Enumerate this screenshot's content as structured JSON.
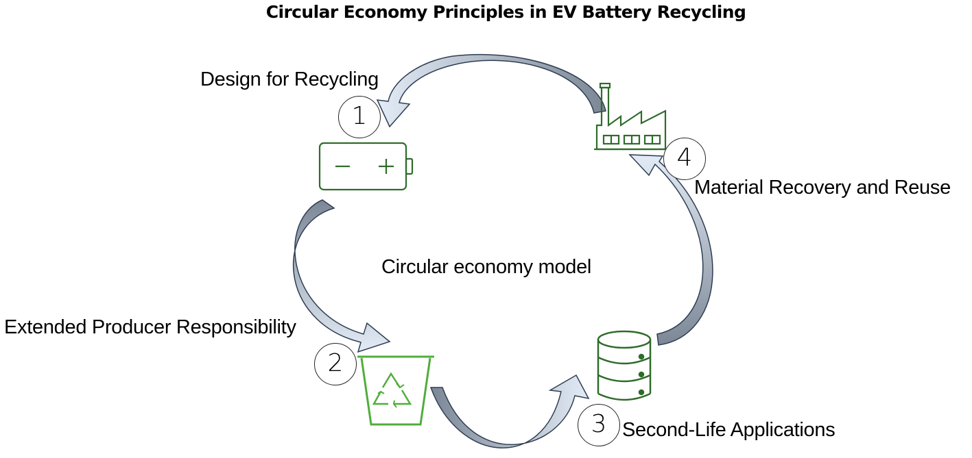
{
  "title": "Circular Economy Principles in EV Battery Recycling",
  "center_label": "Circular economy model",
  "steps": [
    {
      "number": "1",
      "label": "Design for Recycling",
      "icon": "battery-icon"
    },
    {
      "number": "2",
      "label": "Extended Producer Responsibility",
      "icon": "recycle-bin-icon"
    },
    {
      "number": "3",
      "label": "Second-Life Applications",
      "icon": "database-icon"
    },
    {
      "number": "4",
      "label": "Material Recovery and Reuse",
      "icon": "factory-icon"
    }
  ],
  "colors": {
    "arrow_fill_light": "#dbe6f2",
    "arrow_fill_dark": "#7c8796",
    "arrow_stroke": "#2e3d52",
    "icon_dark_green": "#2e6b2a",
    "icon_light_green": "#4fae3b"
  }
}
